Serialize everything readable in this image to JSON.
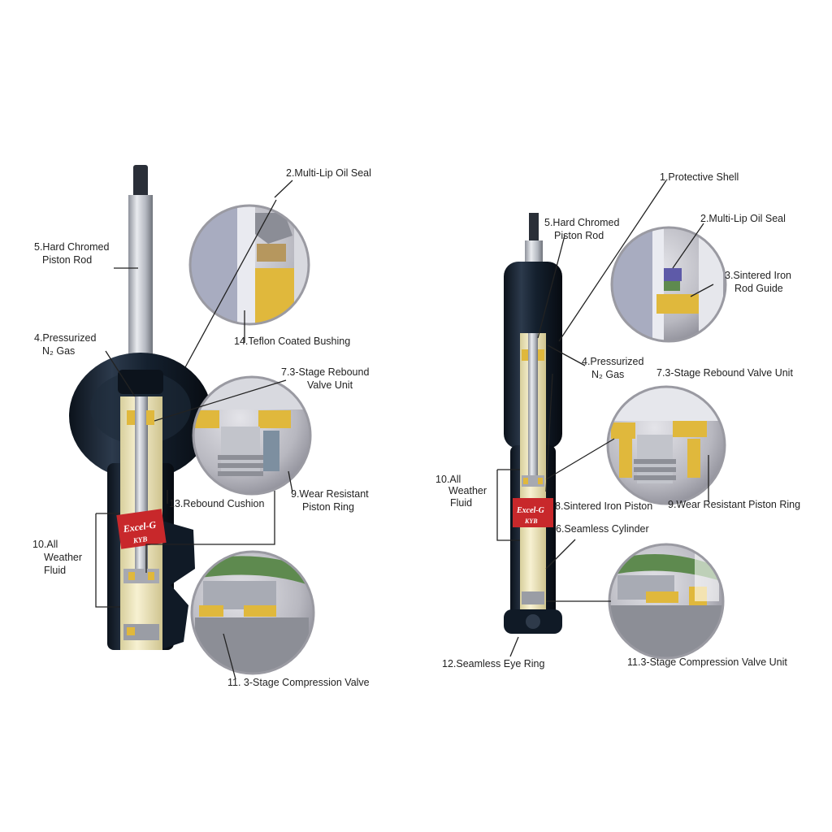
{
  "left": {
    "labels": {
      "oil_seal": "2.Multi-Lip Oil Seal",
      "piston_rod_1": "5.Hard Chromed",
      "piston_rod_2": "Piston Rod",
      "teflon": "14.Teflon Coated Bushing",
      "gas_1": "4.Pressurized",
      "gas_2": "N₂ Gas",
      "rebound_1": "7.3-Stage Rebound",
      "rebound_2": "Valve Unit",
      "cushion": "13.Rebound Cushion",
      "wear_1": "9.Wear Resistant",
      "wear_2": "Piston Ring",
      "fluid_1": "10.All",
      "fluid_2": "Weather",
      "fluid_3": "Fluid",
      "compression": "11. 3-Stage Compression Valve"
    },
    "logo": {
      "brand": "Excel-G",
      "maker": "KYB"
    }
  },
  "right": {
    "labels": {
      "shell": "1.Protective Shell",
      "piston_rod_1": "5.Hard Chromed",
      "piston_rod_2": "Piston Rod",
      "oil_seal": "2.Multi-Lip Oil Seal",
      "rod_guide_1": "3.Sintered Iron",
      "rod_guide_2": "Rod Guide",
      "gas_1": "4.Pressurized",
      "gas_2": "N₂ Gas",
      "rebound": "7.3-Stage Rebound Valve Unit",
      "fluid_1": "10.All",
      "fluid_2": "Weather",
      "fluid_3": "Fluid",
      "piston": "8.Sintered Iron Piston",
      "wear": "9.Wear Resistant Piston Ring",
      "cylinder": "6.Seamless Cylinder",
      "eye_ring": "12.Seamless Eye Ring",
      "compression": "11.3-Stage Compression Valve Unit"
    },
    "logo": {
      "brand": "Excel-G",
      "maker": "KYB"
    }
  },
  "colors": {
    "body": "#14202e",
    "rod": "#b9bcc4",
    "fluid": "#f1eac2",
    "logo_band": "#c8282b",
    "bushing": "#e0b83c",
    "lens_bg": "#c9c9cf",
    "leader": "#222222"
  }
}
